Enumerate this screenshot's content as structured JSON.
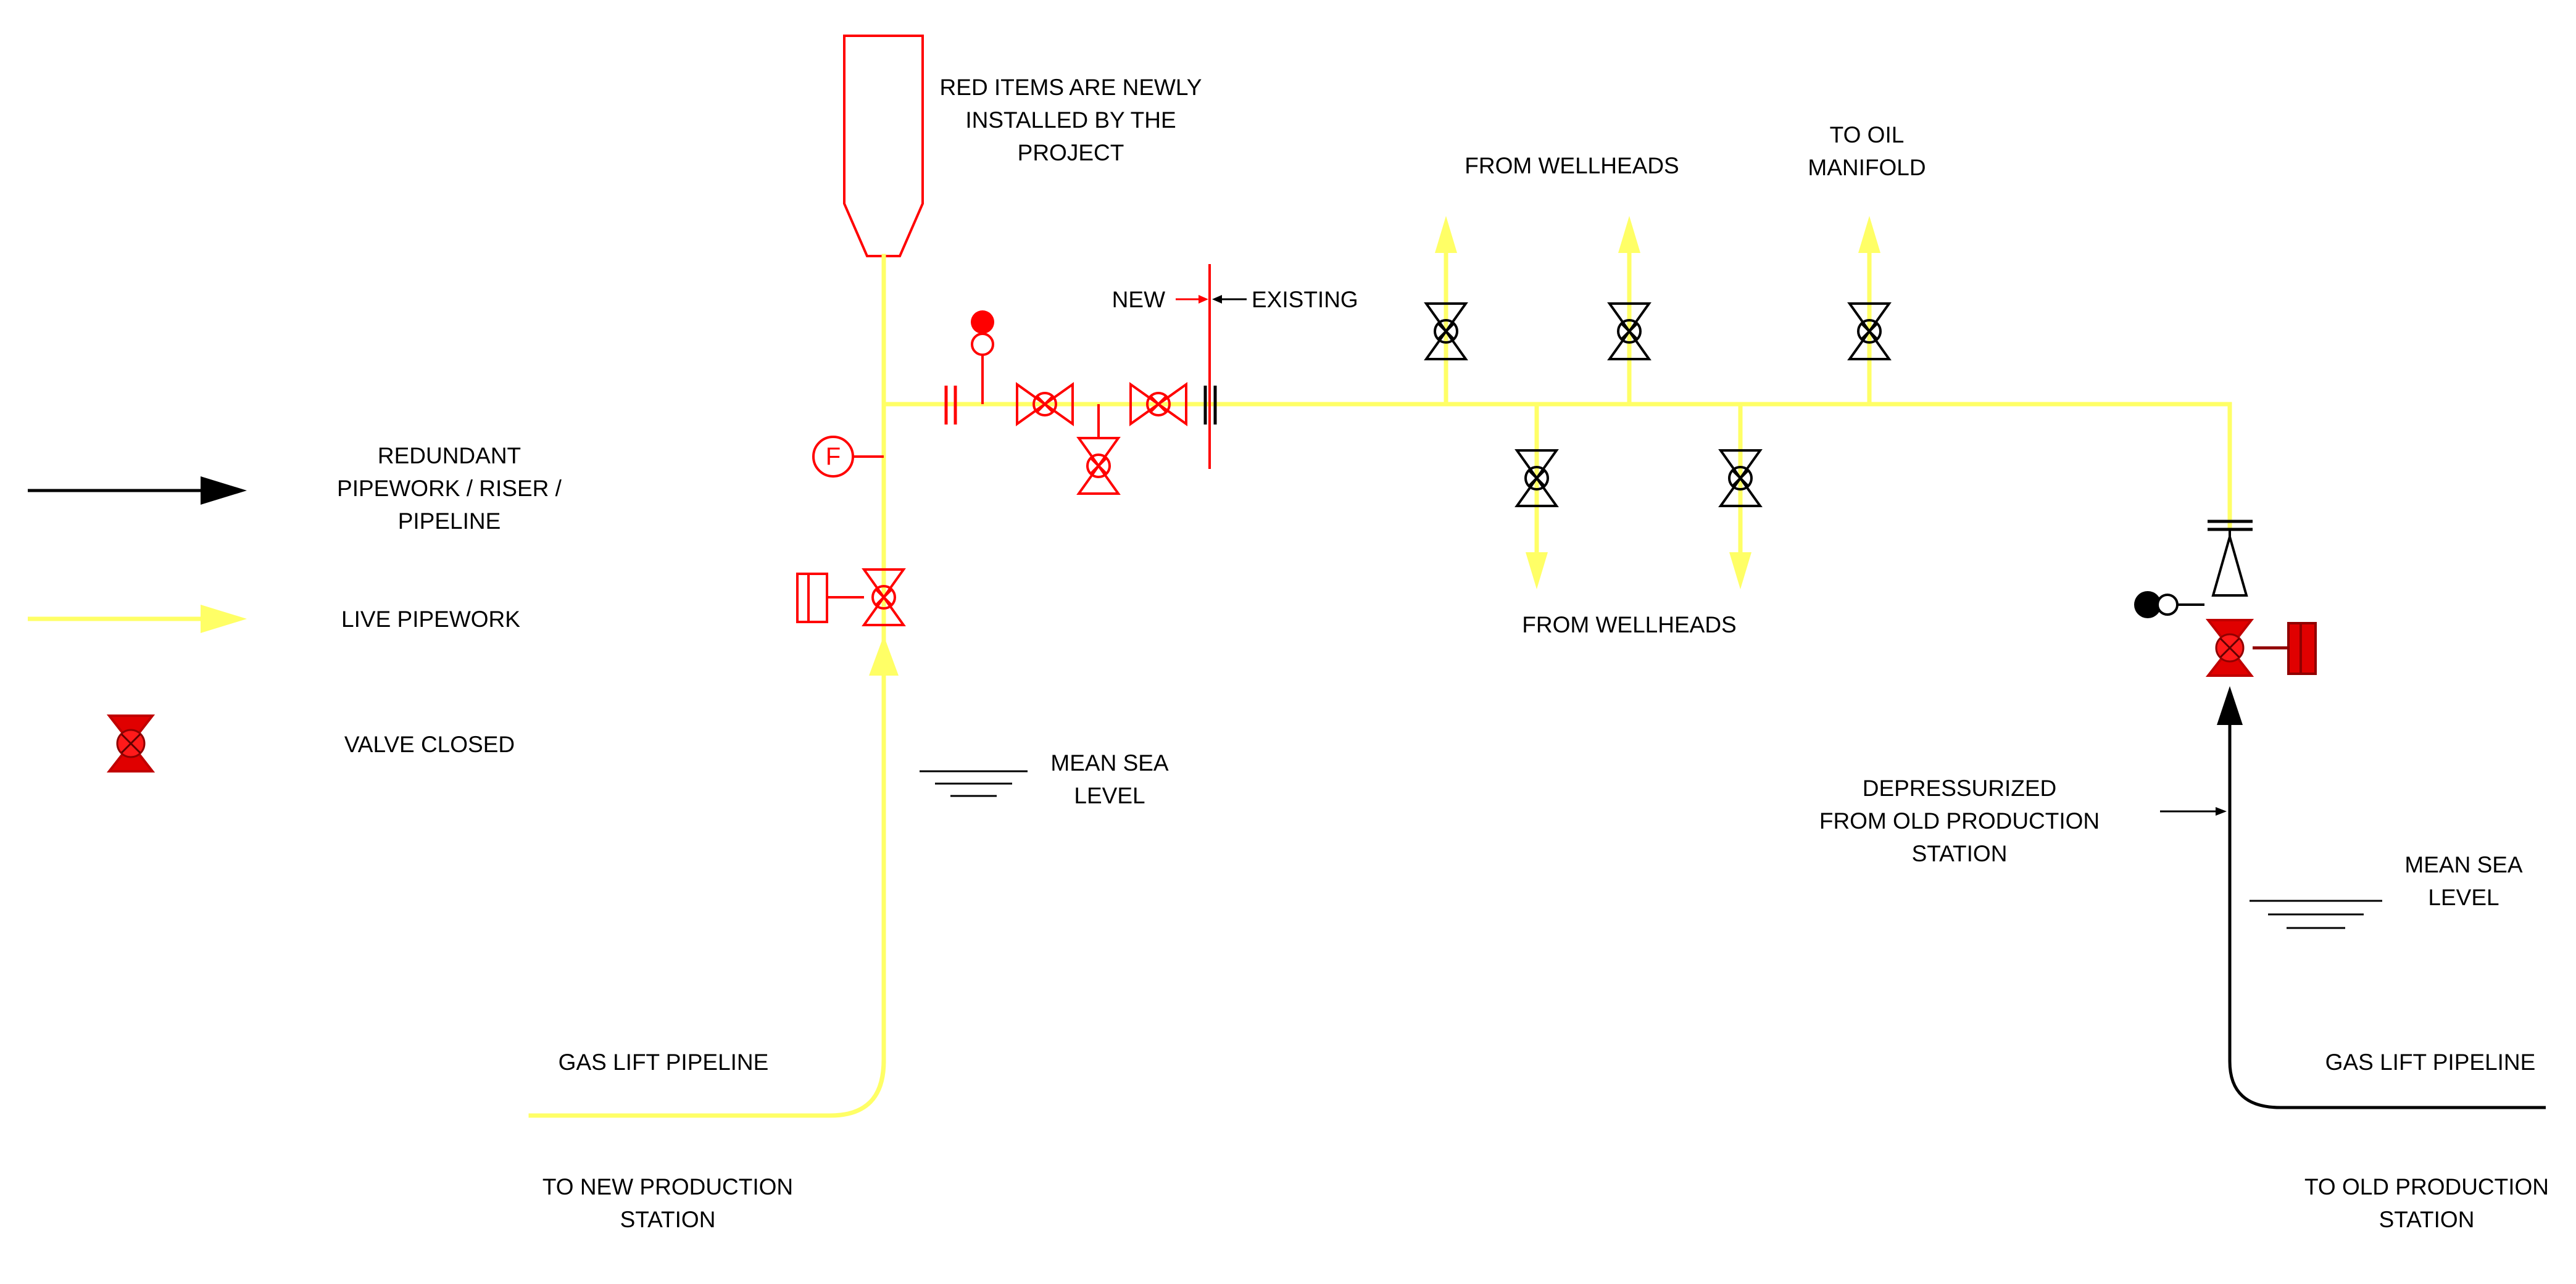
{
  "legend": {
    "redundant_label": "REDUNDANT\nPIPEWORK / RISER /\nPIPELINE",
    "live_label": "LIVE PIPEWORK",
    "closed_label": "VALVE CLOSED"
  },
  "notes": {
    "red_items": "RED ITEMS ARE NEWLY\nINSTALLED BY THE\nPROJECT",
    "new_label": "NEW",
    "existing_label": "EXISTING",
    "flow_meter_symbol": "F"
  },
  "labels": {
    "from_wellheads_top": "FROM WELLHEADS",
    "to_oil_manifold": "TO OIL\nMANIFOLD",
    "from_wellheads_bottom": "FROM WELLHEADS",
    "mean_sea_level_left": "MEAN SEA\nLEVEL",
    "mean_sea_level_right": "MEAN SEA\nLEVEL",
    "gas_lift_left": "GAS LIFT PIPELINE",
    "gas_lift_right": "GAS LIFT PIPELINE",
    "to_new_station": "TO NEW PRODUCTION\nSTATION",
    "to_old_station": "TO OLD PRODUCTION\nSTATION",
    "depressurized": "DEPRESSURIZED\nFROM OLD PRODUCTION\nSTATION"
  },
  "colors": {
    "live": "#ffff66",
    "new": "#ff0000",
    "existing": "#000000",
    "background": "#ffffff"
  }
}
